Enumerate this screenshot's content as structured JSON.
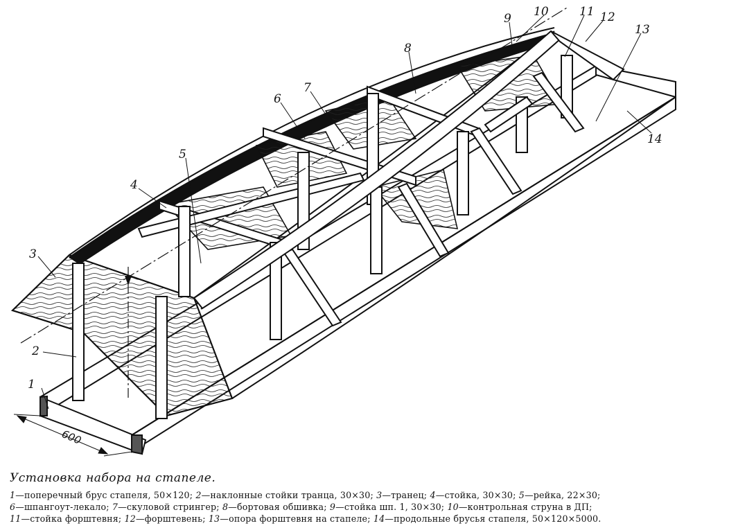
{
  "figure": {
    "callouts": [
      "1",
      "2",
      "3",
      "4",
      "5",
      "6",
      "7",
      "8",
      "9",
      "10",
      "11",
      "12",
      "13",
      "14"
    ],
    "dimension_label": "600"
  },
  "caption": {
    "title": "Установка набора на стапеле.",
    "legend": [
      {
        "n": "1",
        "text": "поперечный брус стапеля, 50×120; "
      },
      {
        "n": "2",
        "text": "наклонные стойки транца, 30×30; "
      },
      {
        "n": "3",
        "text": "транец; "
      },
      {
        "n": "4",
        "text": "стойка, 30×30; "
      },
      {
        "n": "5",
        "text": "рейка, 22×30;"
      },
      {
        "n": "6",
        "text": "шпангоут-лекало; "
      },
      {
        "n": "7",
        "text": "скуловой стрингер; "
      },
      {
        "n": "8",
        "text": "бортовая обшивка; "
      },
      {
        "n": "9",
        "text": "стойка шп. 1, 30×30; "
      },
      {
        "n": "10",
        "text": "контрольная струна в ДП;"
      },
      {
        "n": "11",
        "text": "стойка форштевня; "
      },
      {
        "n": "12",
        "text": "форштевень; "
      },
      {
        "n": "13",
        "text": "опора форштевня на стапеле; "
      },
      {
        "n": "14",
        "text": "продольные брусья стапеля, 50×120×5000."
      }
    ]
  }
}
